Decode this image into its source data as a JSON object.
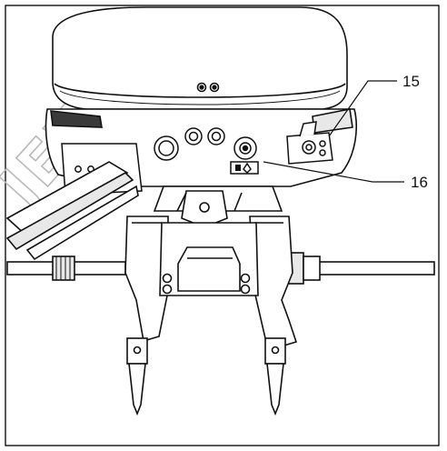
{
  "figure": {
    "callouts": [
      {
        "label": "15",
        "target": "right-side-connector-panel"
      },
      {
        "label": "16",
        "target": "center-fitting-with-fuel-symbol"
      }
    ],
    "watermark_text": "JEWNE"
  },
  "colors": {
    "line": "#111111",
    "fill_white": "#ffffff",
    "fill_light": "#e8e8e8",
    "fill_dark": "#3a3a3a",
    "watermark": "#b9b9b9"
  }
}
